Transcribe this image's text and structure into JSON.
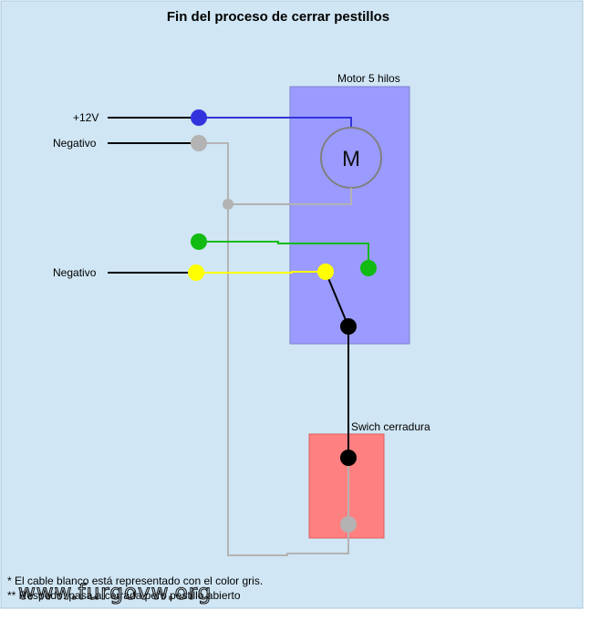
{
  "diagram": {
    "title": "Fin del proceso de cerrar pestillos",
    "motor": {
      "label": "Motor 5 hilos",
      "symbol": "M"
    },
    "switch": {
      "label": "Swich cerradura"
    },
    "inputs": {
      "plus12": "+12V",
      "negativo_1": "Negativo",
      "negativo_2": "Negativo"
    },
    "notes": {
      "note_1": "* El cable blanco está representado con el color gris.",
      "note_2": "** Respodo: pasa a cerrada pero pestillo abierto"
    },
    "watermark": "www.furgovw.org",
    "colors": {
      "background": "#d0e6f4",
      "motor_box": "#9b9bff",
      "switch_box": "#ff8080",
      "wire_blue": "#3333dd",
      "wire_gray": "#b3b3b3",
      "wire_green": "#11bb11",
      "wire_yellow": "#ffff00",
      "wire_black": "#000000"
    }
  }
}
